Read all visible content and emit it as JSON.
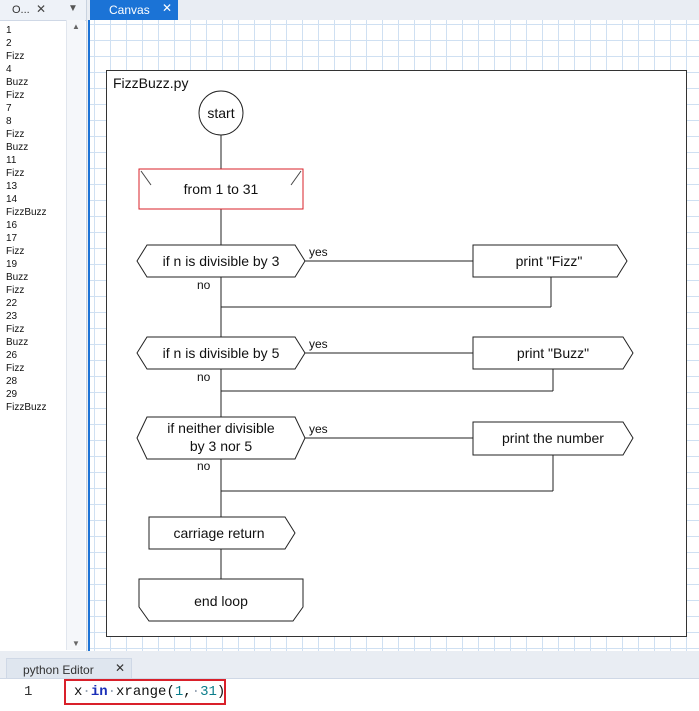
{
  "output": {
    "title": "O...",
    "lines": [
      "1",
      "2",
      "Fizz",
      "4",
      "Buzz",
      "Fizz",
      "7",
      "8",
      "Fizz",
      "Buzz",
      "11",
      "Fizz",
      "13",
      "14",
      "FizzBuzz",
      "16",
      "17",
      "Fizz",
      "19",
      "Buzz",
      "Fizz",
      "22",
      "23",
      "Fizz",
      "Buzz",
      "26",
      "Fizz",
      "28",
      "29",
      "FizzBuzz"
    ]
  },
  "canvas": {
    "tab_label": "Canvas"
  },
  "flowchart": {
    "title": "FizzBuzz.py",
    "start": "start",
    "loop_header": "from 1 to 31",
    "cond1": "if n is divisible by 3",
    "cond1_yes": "yes",
    "cond1_no": "no",
    "print1": "print \"Fizz\"",
    "cond2": "if n is divisible by 5",
    "cond2_yes": "yes",
    "cond2_no": "no",
    "print2": "print \"Buzz\"",
    "cond3_line1": "if neither divisible",
    "cond3_line2": "by 3 nor 5",
    "cond3_yes": "yes",
    "cond3_no": "no",
    "print3": "print the number",
    "carriage": "carriage return",
    "end": "end loop"
  },
  "editor": {
    "tab_label": "python Editor",
    "line_number": "1",
    "code_x": "x",
    "code_in": "in",
    "code_fn": "xrange(",
    "code_a": "1",
    "code_comma": ",",
    "code_b": "31",
    "code_close": ")"
  },
  "colors": {
    "accent": "#1b73d6",
    "highlight": "#d9202a"
  }
}
